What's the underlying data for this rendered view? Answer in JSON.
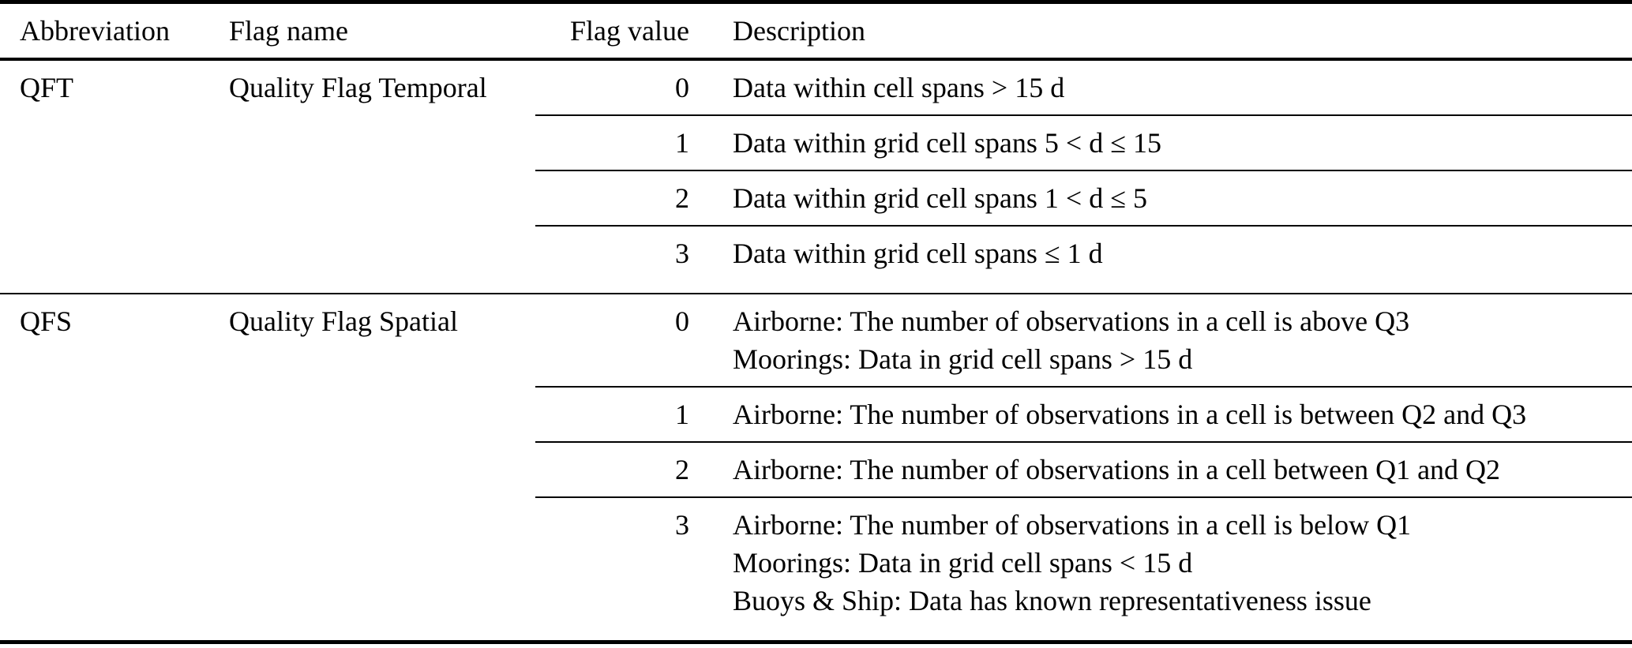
{
  "table": {
    "headers": {
      "abbreviation": "Abbreviation",
      "flag_name": "Flag name",
      "flag_value": "Flag value",
      "description": "Description"
    },
    "sections": [
      {
        "abbreviation": "QFT",
        "flag_name": "Quality Flag Temporal",
        "rows": [
          {
            "value": "0",
            "description": [
              "Data within cell spans > 15 d"
            ]
          },
          {
            "value": "1",
            "description": [
              "Data within grid cell spans 5 < d ≤ 15"
            ]
          },
          {
            "value": "2",
            "description": [
              "Data within grid cell spans 1 < d ≤ 5"
            ]
          },
          {
            "value": "3",
            "description": [
              "Data within grid cell spans ≤ 1 d"
            ]
          }
        ]
      },
      {
        "abbreviation": "QFS",
        "flag_name": "Quality Flag Spatial",
        "rows": [
          {
            "value": "0",
            "description": [
              "Airborne: The number of observations in a cell is above Q3",
              "Moorings: Data in grid cell spans > 15 d"
            ]
          },
          {
            "value": "1",
            "description": [
              "Airborne: The number of observations in a cell is between Q2 and Q3"
            ]
          },
          {
            "value": "2",
            "description": [
              "Airborne: The number of observations in a cell between Q1 and Q2"
            ]
          },
          {
            "value": "3",
            "description": [
              "Airborne: The number of observations in a cell is below Q1",
              "Moorings: Data in grid cell spans < 15 d",
              "Buoys & Ship: Data has known representativeness issue"
            ]
          }
        ]
      }
    ],
    "text_color": "#000000",
    "background_color": "#ffffff"
  }
}
